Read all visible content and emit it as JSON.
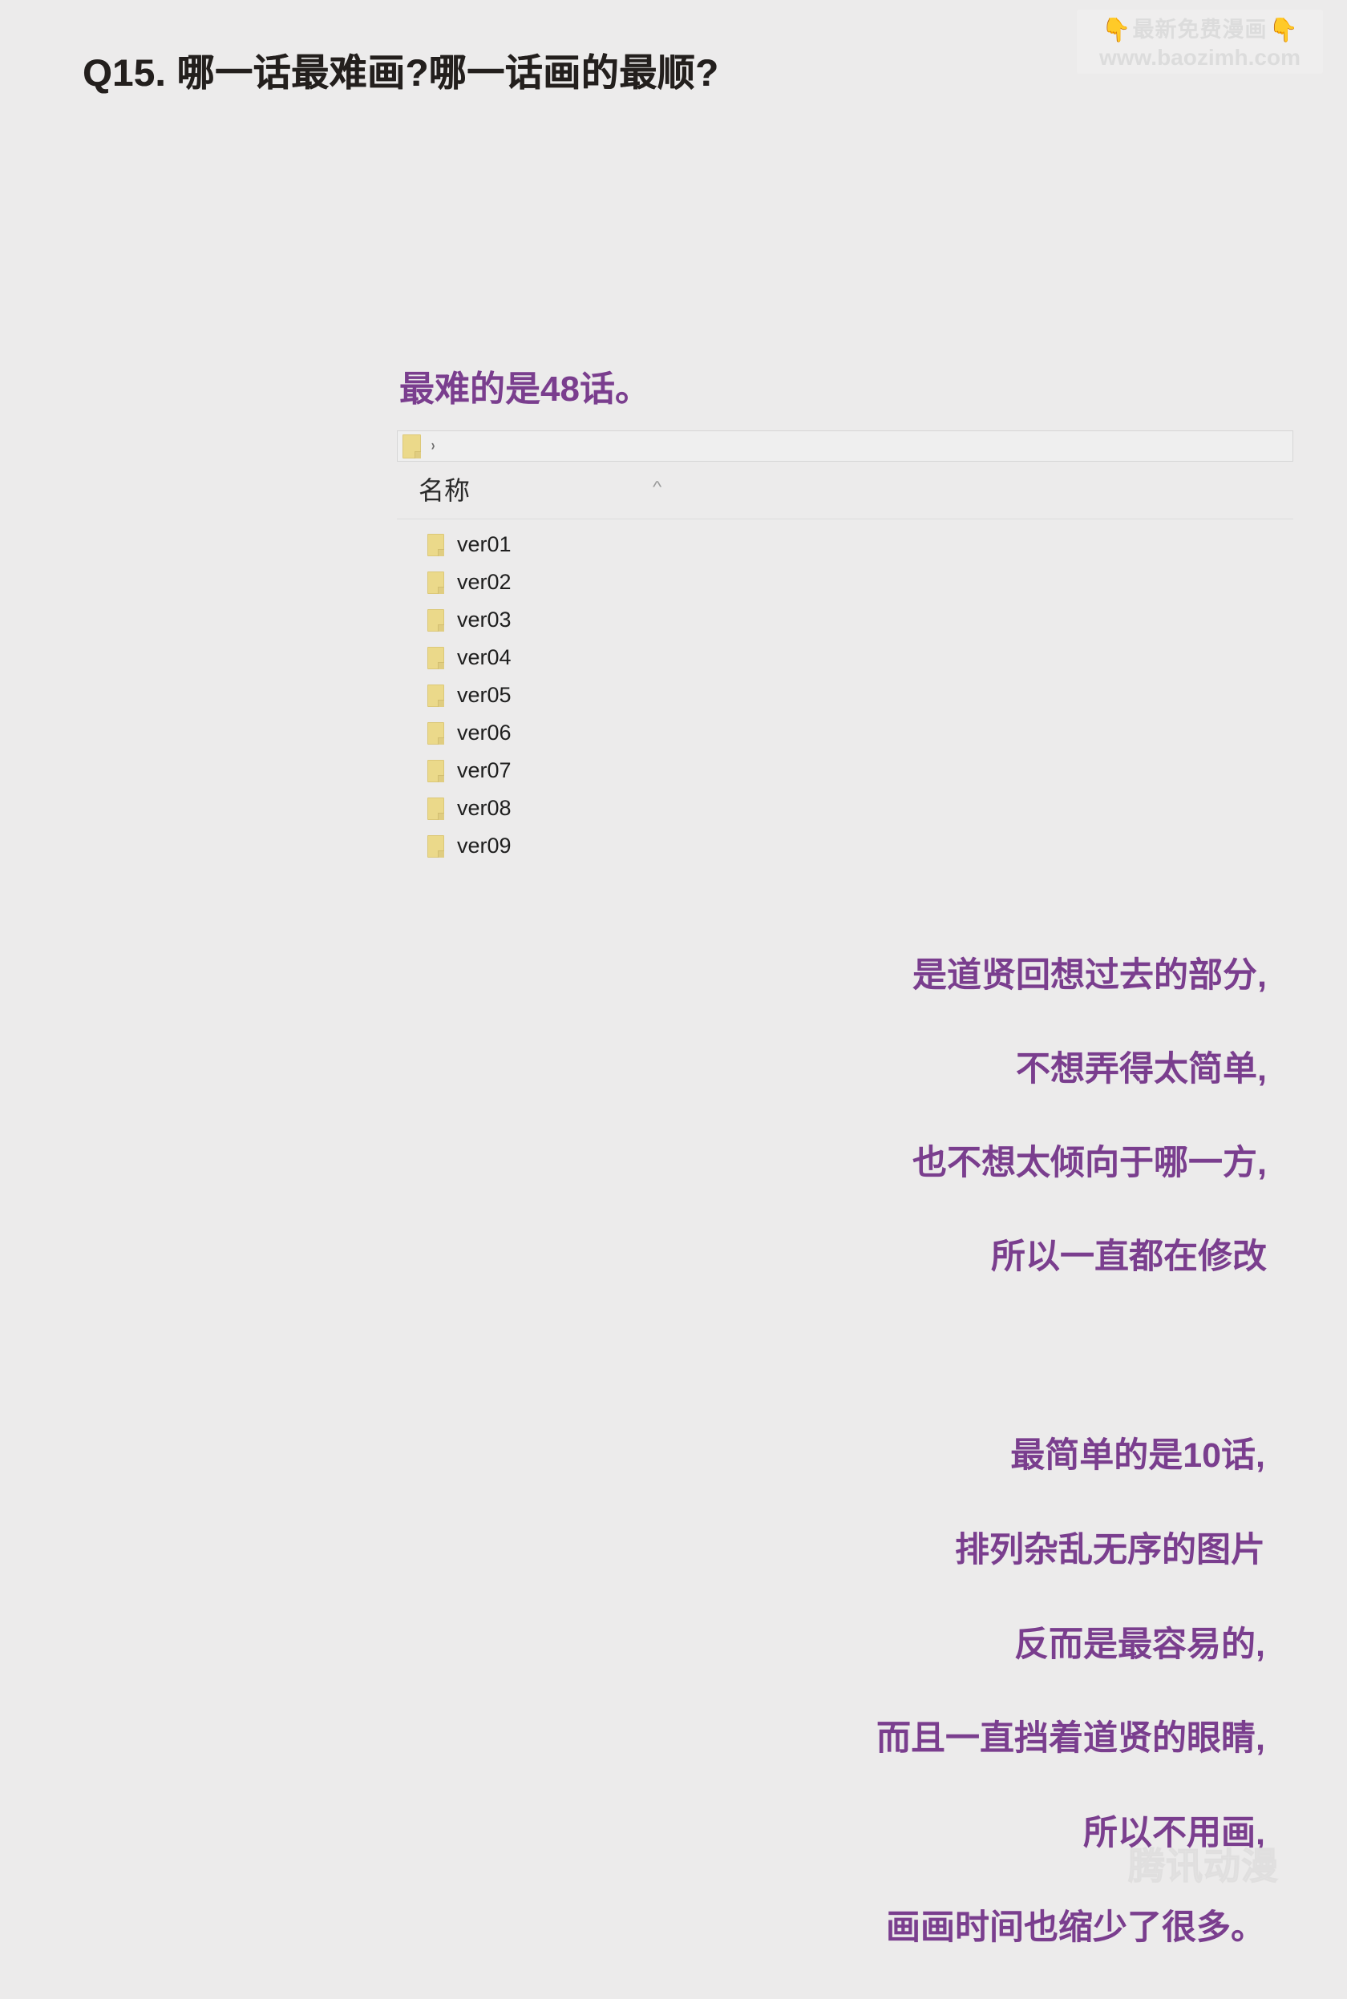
{
  "page": {
    "background_color": "#ecebeb",
    "purple_color": "#7a3e8e",
    "title_color": "#231f1d"
  },
  "title": "Q15. 哪一话最难画?哪一话画的最顺?",
  "watermark_top": {
    "hand_left": "👇",
    "hand_right": "👇",
    "text_cn": "最新免费漫画",
    "url": "www.baozimh.com"
  },
  "watermark_bottom": {
    "text": "腾讯动漫"
  },
  "narration": {
    "hardest": [
      "最难的是48话。"
    ],
    "middle": [
      "是道贤回想过去的部分,",
      "不想弄得太简单,",
      "也不想太倾向于哪一方,",
      "所以一直都在修改"
    ],
    "bottom": [
      "最简单的是10话,",
      "排列杂乱无序的图片",
      "反而是最容易的,",
      "而且一直挡着道贤的眼睛,",
      "所以不用画,",
      "画画时间也缩少了很多。"
    ]
  },
  "explorer": {
    "address_bar": {
      "folder_icon": "folder-icon",
      "chevron": "›",
      "path_value": "",
      "placeholder": ""
    },
    "columns": [
      {
        "label": "名称",
        "sort_indicator": "^"
      }
    ],
    "items": [
      {
        "icon": "folder-icon",
        "name": "ver01"
      },
      {
        "icon": "folder-icon",
        "name": "ver02"
      },
      {
        "icon": "folder-icon",
        "name": "ver03"
      },
      {
        "icon": "folder-icon",
        "name": "ver04"
      },
      {
        "icon": "folder-icon",
        "name": "ver05"
      },
      {
        "icon": "folder-icon",
        "name": "ver06"
      },
      {
        "icon": "folder-icon",
        "name": "ver07"
      },
      {
        "icon": "folder-icon",
        "name": "ver08"
      },
      {
        "icon": "folder-icon",
        "name": "ver09"
      }
    ]
  }
}
